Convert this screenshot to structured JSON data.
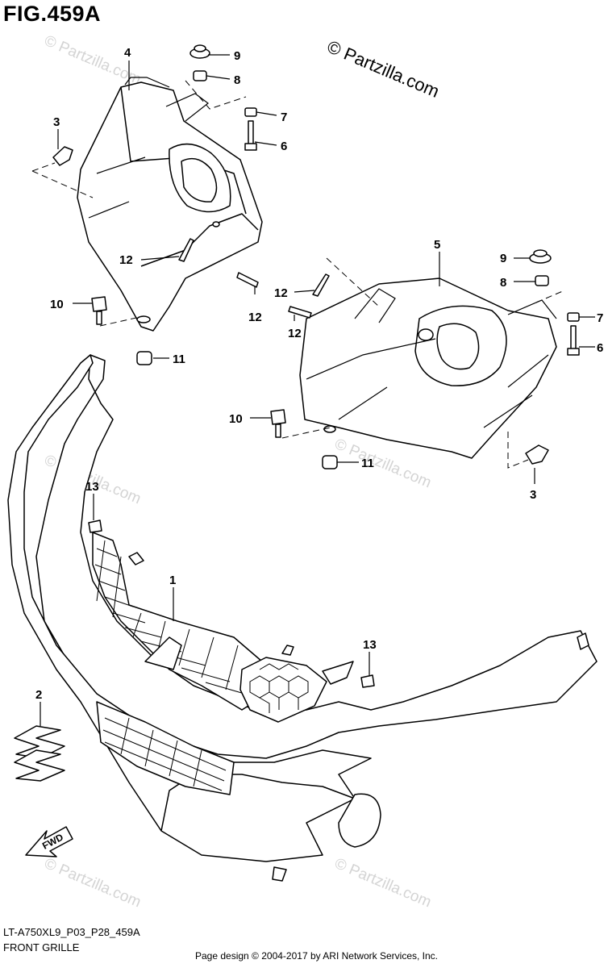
{
  "figure": {
    "title": "FIG.459A",
    "copyright": "© Partzilla.com",
    "watermark": "© Partzilla.com",
    "code": "LT-A750XL9_P03_P28_459A",
    "name": "FRONT GRILLE",
    "credit": "Page design © 2004-2017 by ARI Network Services, Inc.",
    "fwd_label": "FWD"
  },
  "callouts": [
    "1",
    "2",
    "3",
    "3",
    "4",
    "5",
    "6",
    "6",
    "7",
    "7",
    "8",
    "8",
    "9",
    "9",
    "10",
    "10",
    "11",
    "11",
    "12",
    "12",
    "12",
    "12",
    "13",
    "13"
  ]
}
